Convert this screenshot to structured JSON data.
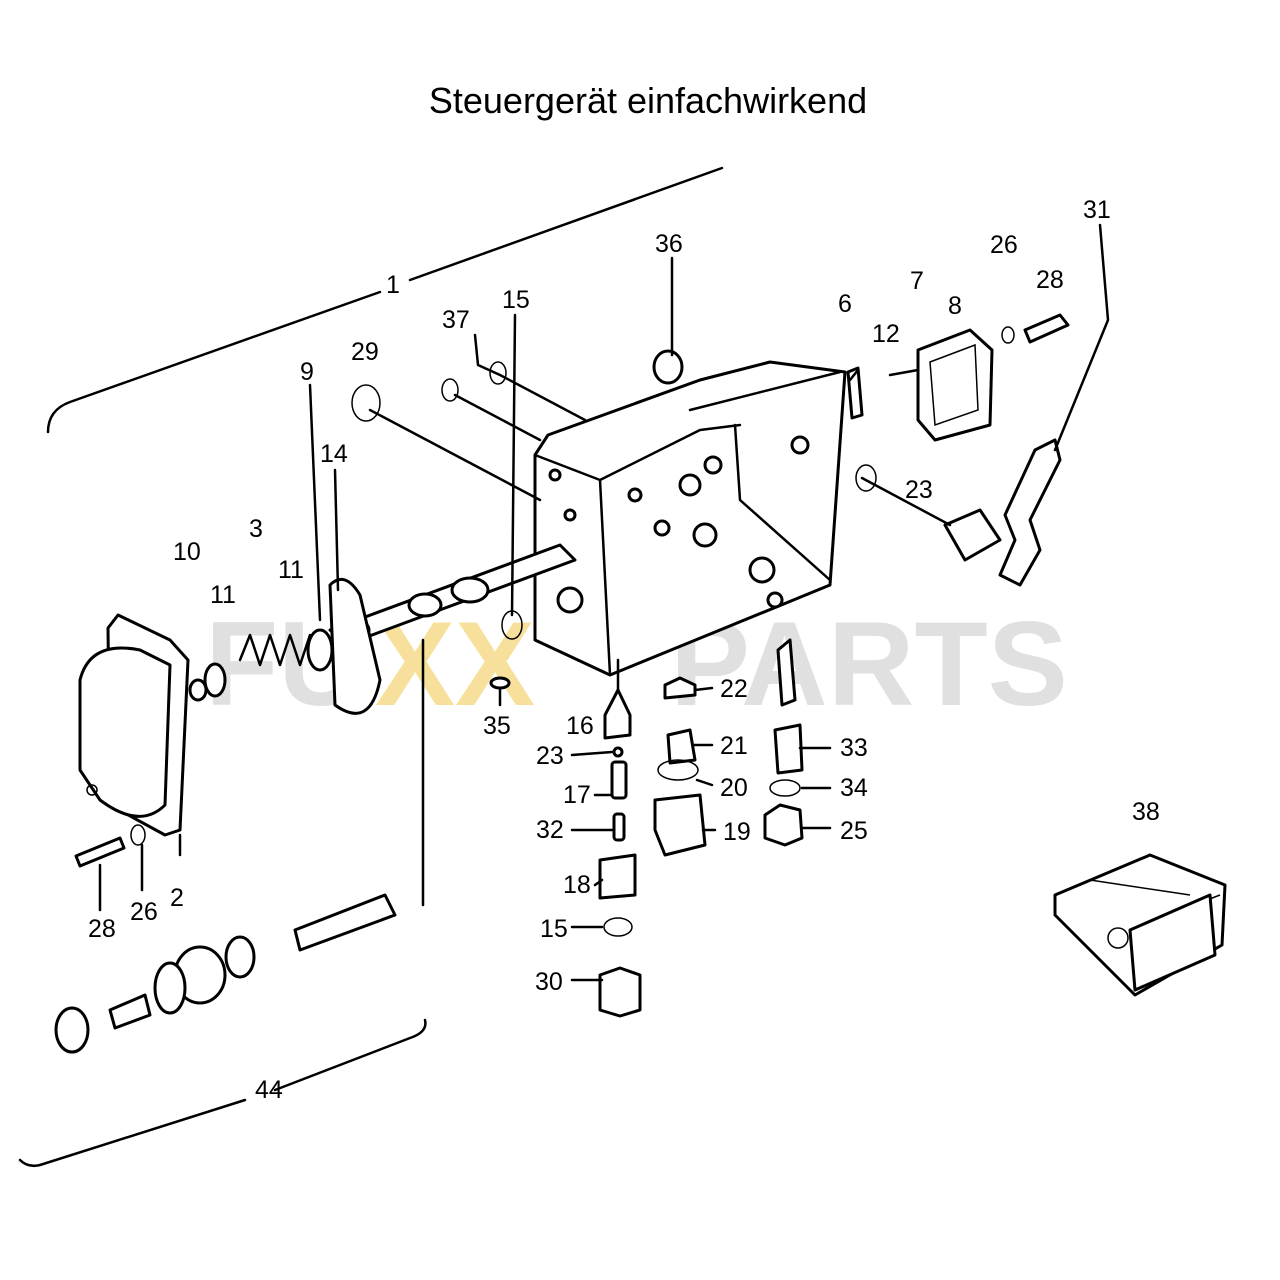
{
  "title": "Steuergerät einfachwirkend",
  "watermark": {
    "part1": "FU",
    "part2": "XX",
    "part3": "PARTS",
    "accent": "#f2c84b",
    "gray": "#c8c8c8"
  },
  "callouts": {
    "c1": "1",
    "c2": "2",
    "c3": "3",
    "c6": "6",
    "c7": "7",
    "c8": "8",
    "c9": "9",
    "c10": "10",
    "c11a": "11",
    "c11b": "11",
    "c12": "12",
    "c14": "14",
    "c15a": "15",
    "c15b": "15",
    "c16": "16",
    "c17": "17",
    "c18": "18",
    "c19": "19",
    "c20": "20",
    "c21": "21",
    "c22": "22",
    "c23a": "23",
    "c23b": "23",
    "c25": "25",
    "c26a": "26",
    "c26b": "26",
    "c28a": "28",
    "c28b": "28",
    "c29": "29",
    "c30": "30",
    "c31": "31",
    "c32": "32",
    "c33": "33",
    "c34": "34",
    "c35": "35",
    "c36": "36",
    "c37": "37",
    "c38": "38",
    "c44": "44"
  }
}
